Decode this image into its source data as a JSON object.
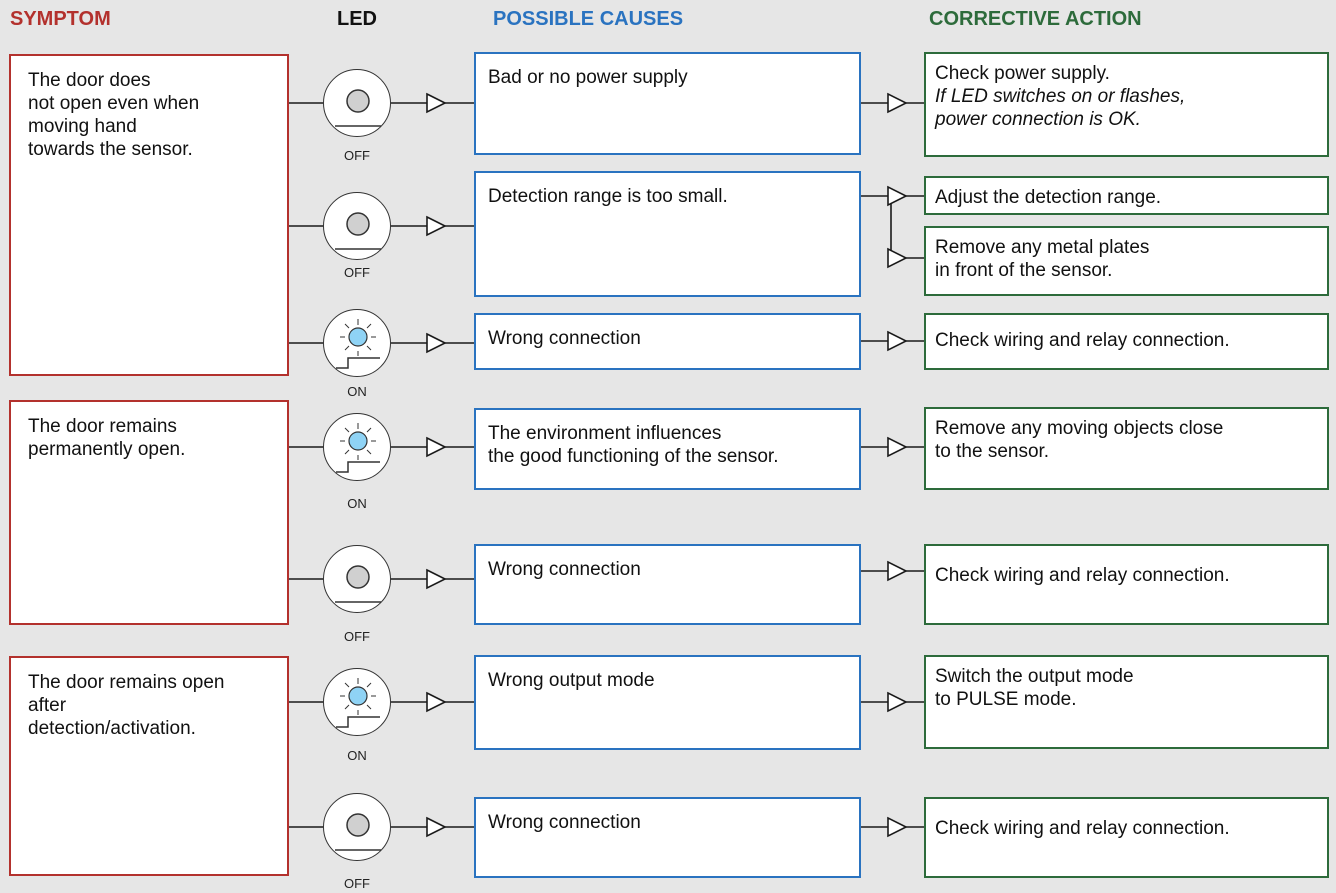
{
  "headers": {
    "symptom": "SYMPTOM",
    "led": "LED",
    "causes": "POSSIBLE CAUSES",
    "action": "CORRECTIVE ACTION"
  },
  "colors": {
    "symptom": "#b3312d",
    "causes": "#2a73c0",
    "action": "#2d6b3b",
    "led_on": "#8fd3f5"
  },
  "symptoms": [
    {
      "text": "The door does\nnot open even when\nmoving hand\ntowards the sensor."
    },
    {
      "text": "The door remains\npermanently open."
    },
    {
      "text": "The door remains open\nafter\ndetection/activation."
    }
  ],
  "leds": [
    {
      "state": "off",
      "label": "OFF",
      "icon": "led-off-icon"
    },
    {
      "state": "off",
      "label": "OFF",
      "icon": "led-off-icon"
    },
    {
      "state": "on",
      "label": "ON",
      "icon": "led-on-icon"
    },
    {
      "state": "on",
      "label": "ON",
      "icon": "led-on-icon"
    },
    {
      "state": "off",
      "label": "OFF",
      "icon": "led-off-icon"
    },
    {
      "state": "on",
      "label": "ON",
      "icon": "led-on-icon"
    },
    {
      "state": "off",
      "label": "OFF",
      "icon": "led-off-icon"
    }
  ],
  "causes": [
    {
      "text": "Bad or no power supply"
    },
    {
      "text": "Detection range is too small."
    },
    {
      "text": "Wrong connection"
    },
    {
      "text": "The environment influences\nthe good functioning of the sensor."
    },
    {
      "text": "Wrong connection"
    },
    {
      "text": "Wrong output mode"
    },
    {
      "text": "Wrong connection"
    }
  ],
  "actions": [
    {
      "text": "Check power supply.",
      "italic": "If LED switches on or flashes,\npower connection is OK."
    },
    {
      "text": "Adjust the detection range."
    },
    {
      "text": "Remove any metal plates\nin front of the sensor."
    },
    {
      "text": "Check wiring and relay connection."
    },
    {
      "text": "Remove any moving objects close\nto the sensor."
    },
    {
      "text": "Check wiring and relay connection."
    },
    {
      "text": "Switch the output mode\nto PULSE mode."
    },
    {
      "text": "Check wiring and relay connection."
    }
  ]
}
